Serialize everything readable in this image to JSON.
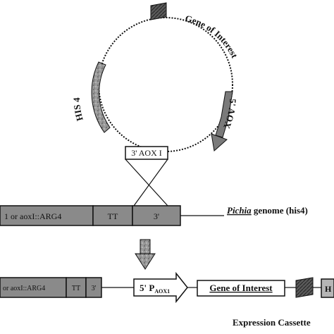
{
  "plasmid": {
    "gene_of_interest_label": "Gene of Interest",
    "five_aox_label": "5' AOX",
    "his4_label": "HIS 4",
    "three_aox1_label": "3' AOX I"
  },
  "genome": {
    "segment1_label": "1 or aoxI::ARG4",
    "segment2_label": "TT",
    "segment3_label": "3'",
    "genome_italic": "Pichia",
    "genome_rest": " genome (his4)"
  },
  "cassette": {
    "segment1_label": "or aoxI::ARG4",
    "segment2_label": "TT",
    "segment3_label": "3'",
    "promoter_main": "5' P",
    "promoter_sub": "AOX1",
    "gene_label": "Gene of Interest",
    "his_label": "H",
    "caption": "Expression Cassette"
  },
  "colors": {
    "box_fill": "#8a8a8a",
    "box_fill_light": "#b5b5b5",
    "stroke": "#111111",
    "arrow_fill": "#7a7a7a",
    "dark_block": "#3a3a3a"
  }
}
